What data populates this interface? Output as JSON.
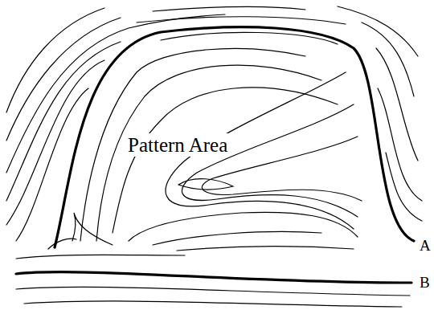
{
  "diagram": {
    "labels": [
      "Pattern Area",
      "A",
      "B"
    ]
  }
}
